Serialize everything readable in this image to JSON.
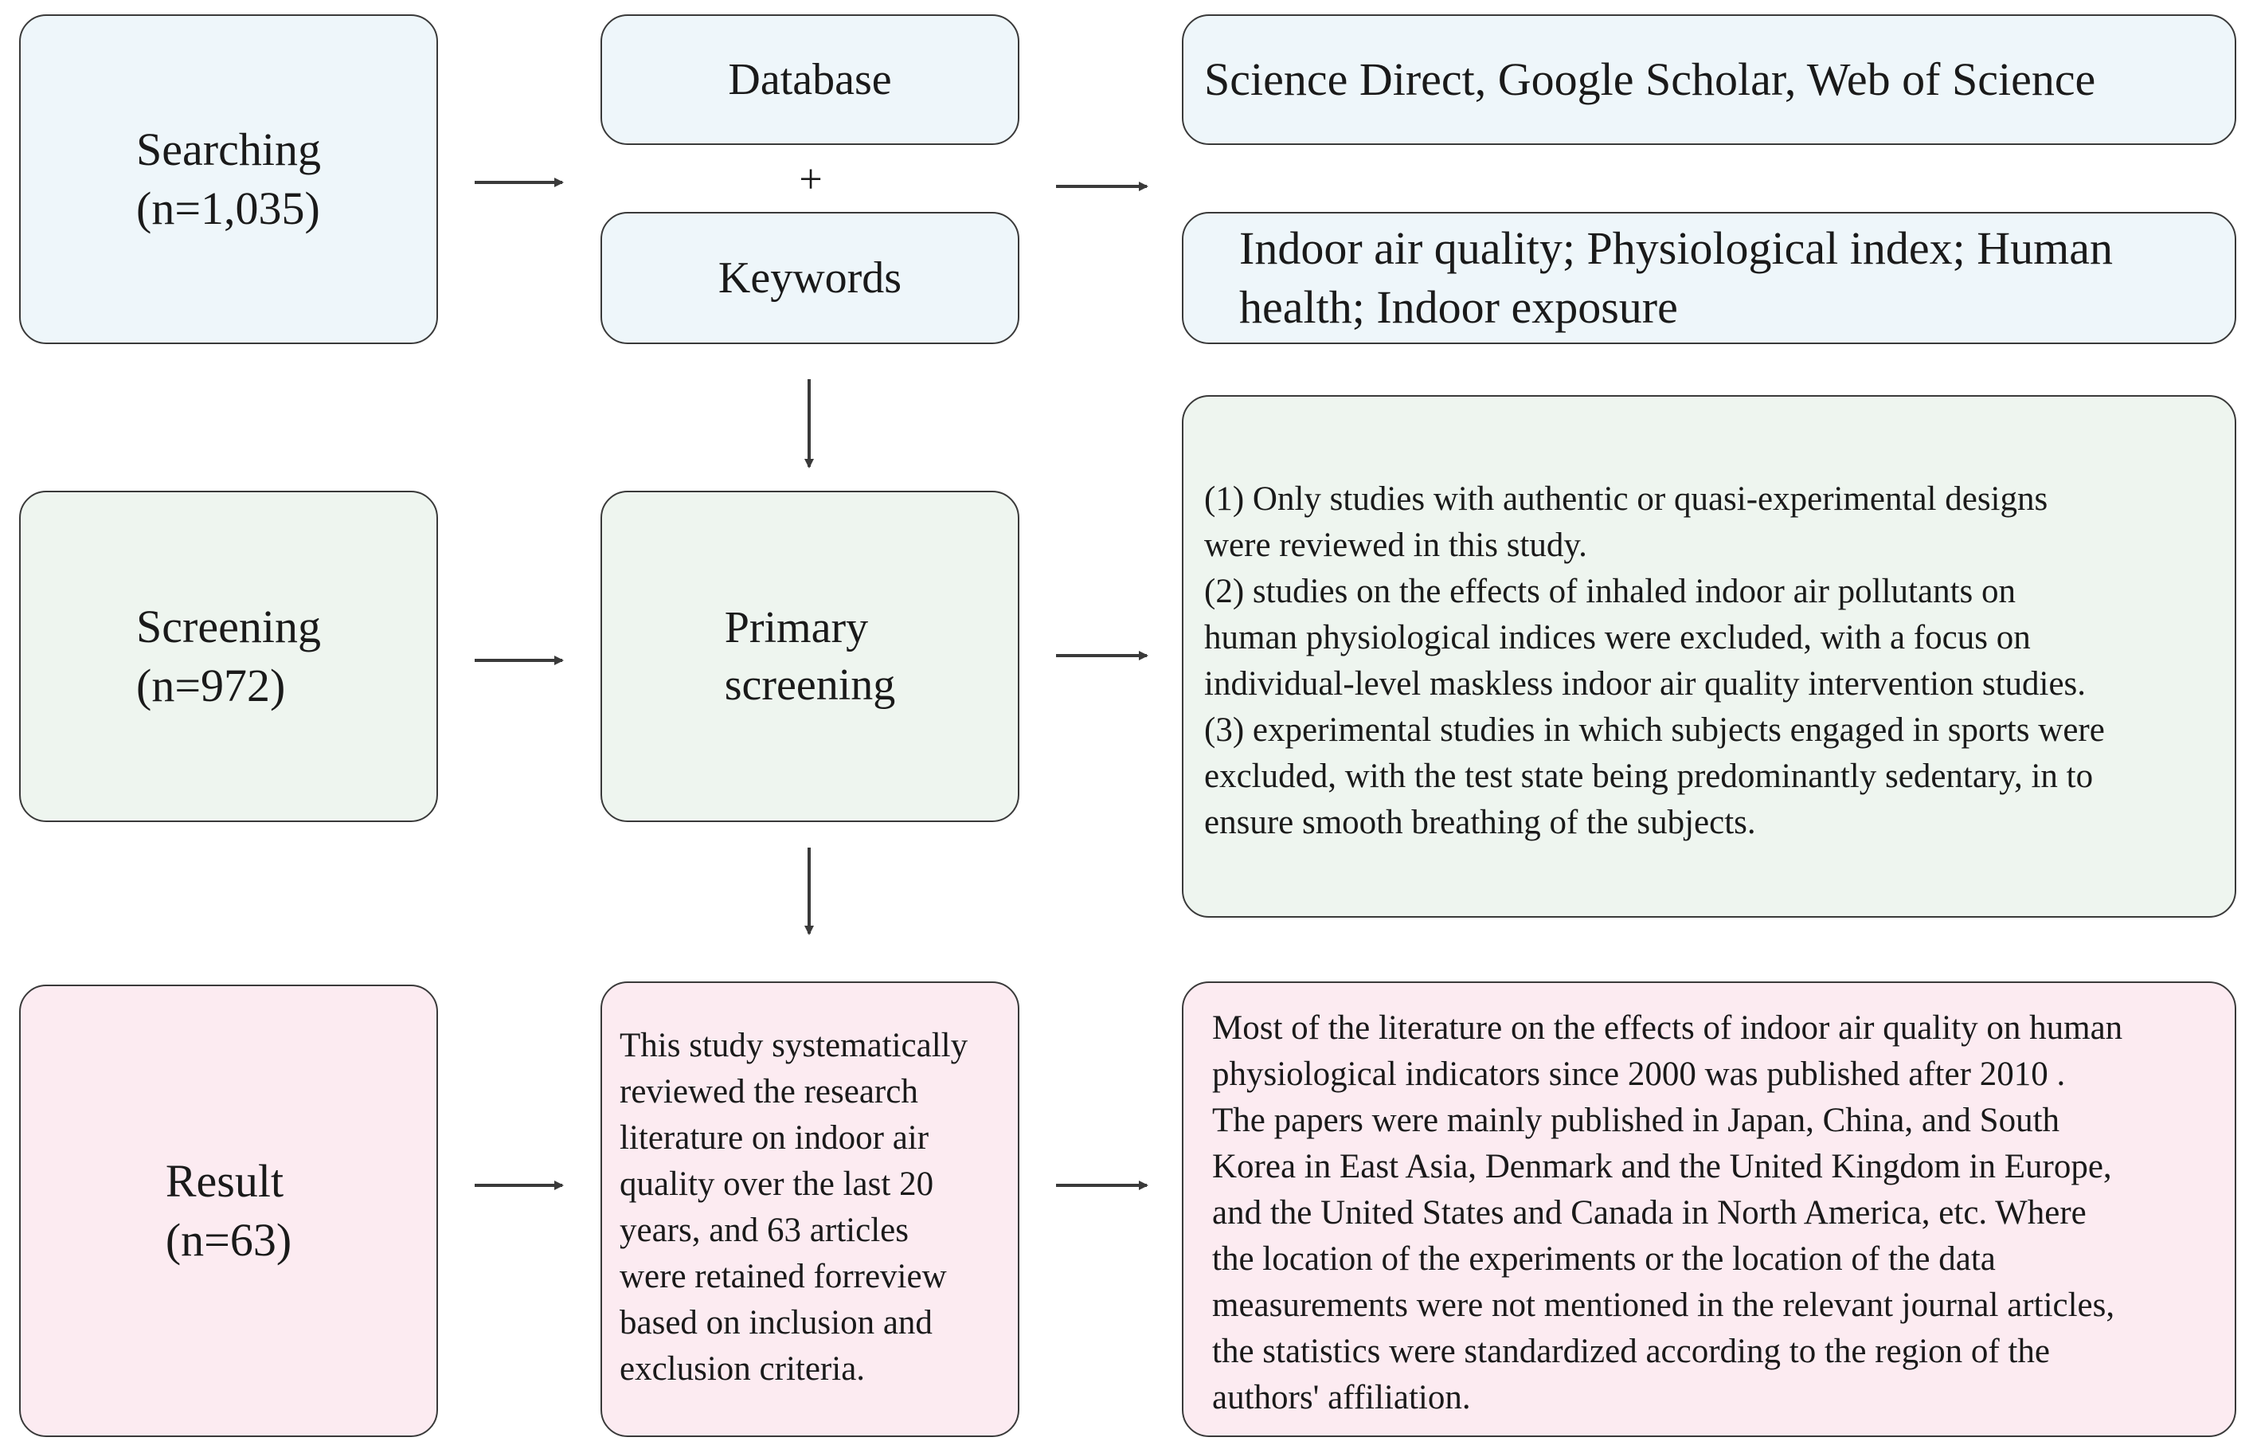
{
  "rows": {
    "searching": {
      "stage": "Searching\n(n=1,035)",
      "database_label": "Database",
      "plus": "+",
      "keywords_label": "Keywords",
      "databases_text": "Science Direct, Google Scholar, Web of Science",
      "keywords_text": "Indoor air quality; Physiological index; Human\nhealth; Indoor exposure"
    },
    "screening": {
      "stage": "Screening\n(n=972)",
      "process_label": "Primary\nscreening",
      "criteria_text": "(1) Only studies with authentic or quasi-experimental designs\nwere reviewed in this study.\n(2) studies on the effects of inhaled indoor air pollutants on\nhuman physiological indices were excluded, with a focus on\nindividual-level maskless indoor air quality intervention studies.\n(3) experimental studies in which subjects engaged in sports were\n excluded, with the test state being predominantly sedentary, in to\n ensure smooth breathing of the subjects."
    },
    "result": {
      "stage": "Result\n(n=63)",
      "summary_text": "This study systematically\nreviewed the research\nliterature on indoor air\nquality over the last 20\nyears, and 63 articles\nwere retained forreview\nbased on inclusion and\nexclusion criteria.",
      "findings_text": "Most of the literature on the effects of indoor air quality on human\nphysiological indicators since 2000 was published after 2010 .\n The papers were mainly published in Japan, China, and South\nKorea in East Asia, Denmark and the United Kingdom in Europe,\n and the United States and Canada in North America, etc. Where\n the location of the experiments or the location of the data\nmeasurements were not mentioned in the relevant journal articles,\nthe statistics were standardized according to the region of the\nauthors' affiliation."
    }
  },
  "colors": {
    "searching_fill": "#eef6fa",
    "screening_fill": "#eef5ef",
    "result_fill": "#fcebf1",
    "stroke": "#3a3a3a"
  }
}
